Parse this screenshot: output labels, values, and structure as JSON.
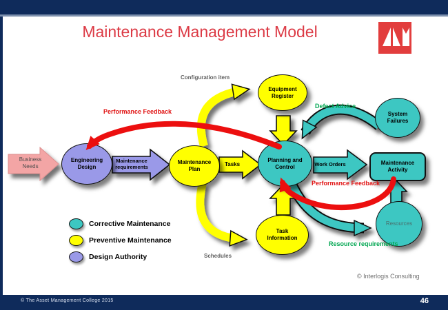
{
  "header": {
    "title": "Maintenance Management Model"
  },
  "footer": {
    "copyright": "© The Asset Management  College  2015",
    "page_number": "46"
  },
  "credit": "© Interlogis Consulting",
  "nodes": {
    "engineering_design": "Engineering\nDesign",
    "maintenance_plan": "Maintenance\nPlan",
    "planning_control": "Planning  and\nControl",
    "equipment_register": "Equipment\nRegister",
    "system_failures": "System\nFailures",
    "task_information": "Task\nInformation",
    "resources": "Resources",
    "maintenance_activity": "Maintenance\nActivity"
  },
  "arrows": {
    "business_needs": "Business\nNeeds",
    "maintenance_requirements": "Maintenance\nrequirements",
    "tasks": "Tasks",
    "work_orders": "Work Orders"
  },
  "labels": {
    "configuration_item": "Configuration item",
    "performance_feedback_top": "Performance Feedback",
    "defect_advice": "Defect Advice",
    "schedules": "Schedules",
    "performance_feedback_bottom": "Performance Feedback",
    "resource_requirements": "Resource requirements"
  },
  "legend": {
    "items": [
      {
        "label": "Corrective Maintenance",
        "color": "#3dc7c2",
        "style": "background:#3dc7c2"
      },
      {
        "label": "Preventive Maintenance",
        "color": "#ffff00",
        "style": "background:#ffff00"
      },
      {
        "label": "Design Authority",
        "color": "#9a99e8",
        "style": "background:#9a99e8"
      }
    ]
  },
  "colors": {
    "navy": "#0f2b5b",
    "title_red": "#dc3a45",
    "logo_red": "#e23d3d",
    "teal": "#3dc7c2",
    "yellow": "#ffff00",
    "purple": "#9a99e8",
    "pink": "#f3a5a5",
    "feedback_red": "#ec0f0f",
    "green_label": "#00a651"
  }
}
